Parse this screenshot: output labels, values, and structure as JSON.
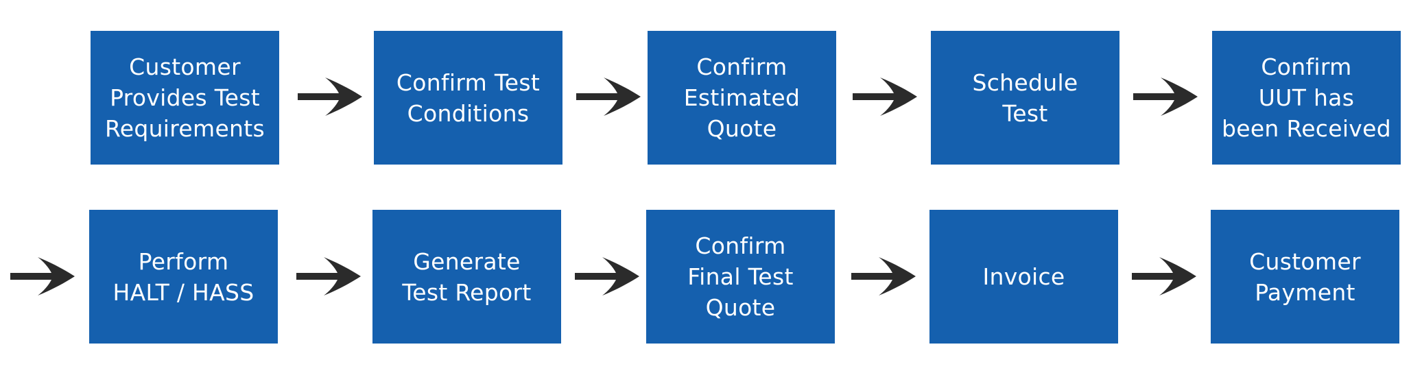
{
  "colors": {
    "box_fill": "#1560AE",
    "box_text": "#FFFFFF",
    "arrow": "#2B2B2B",
    "background": "#FFFFFF"
  },
  "flow": {
    "row1": [
      {
        "label": "Customer\nProvides Test\nRequirements"
      },
      {
        "label": "Confirm Test\nConditions"
      },
      {
        "label": "Confirm\nEstimated\nQuote"
      },
      {
        "label": "Schedule\nTest"
      },
      {
        "label": "Confirm\nUUT has\nbeen Received"
      }
    ],
    "row2": [
      {
        "label": "Perform\nHALT / HASS"
      },
      {
        "label": "Generate\nTest Report"
      },
      {
        "label": "Confirm\nFinal Test\nQuote"
      },
      {
        "label": "Invoice"
      },
      {
        "label": "Customer\nPayment"
      }
    ]
  },
  "arrow_icon": "right-arrow-icon"
}
